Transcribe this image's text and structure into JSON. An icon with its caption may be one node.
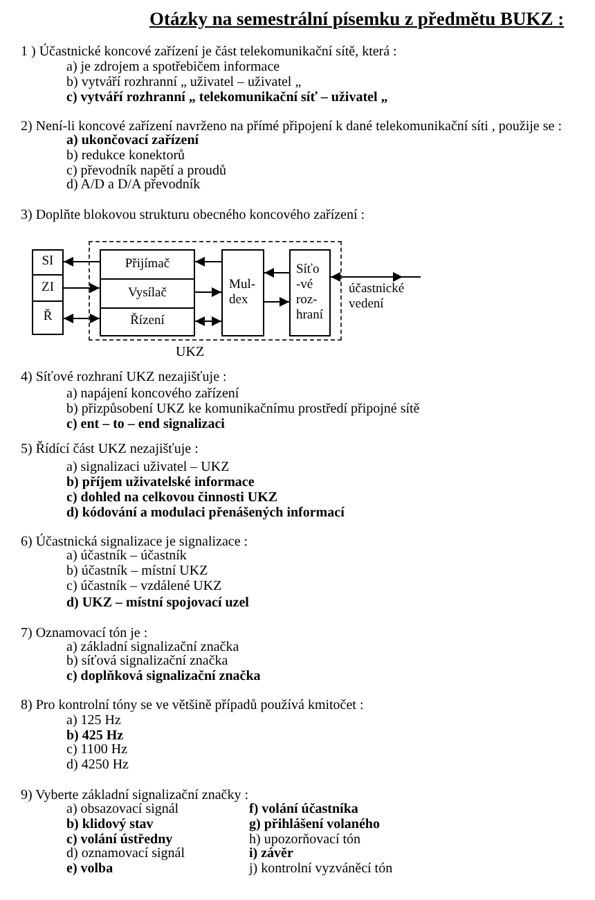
{
  "diagram": {
    "title": "Otázky na semestrální písemku z předmětu BUKZ :",
    "nodes": [
      {
        "text": [
          "SI"
        ]
      },
      {
        "text": [
          "ZI"
        ]
      },
      {
        "text": [
          "Ř"
        ]
      },
      {
        "text": [
          "UKZ"
        ]
      },
      {
        "text": [
          "Přijímač"
        ],
        "in": 3
      },
      {
        "text": [
          "Vysílač"
        ],
        "in": 3
      },
      {
        "text": [
          "Řízení"
        ],
        "in": 3
      },
      {
        "text": [
          "Mul- dex"
        ],
        "in": 3
      },
      {
        "text": [
          "Síťo -vé roz- hraní"
        ],
        "in": 3
      }
    ],
    "edges": [
      {
        "from": 4,
        "to": 0,
        "arrow": "to"
      },
      {
        "from": 1,
        "to": 5,
        "arrow": "to"
      },
      {
        "from": 2,
        "to": 6,
        "arrow": "both"
      },
      {
        "from": 7,
        "to": 4,
        "arrow": "to"
      },
      {
        "from": 5,
        "to": 7,
        "arrow": "to"
      },
      {
        "from": 6,
        "to": 7,
        "arrow": "both"
      },
      {
        "from": 8,
        "to": 7,
        "arrow": "to"
      },
      {
        "from": 7,
        "to": 8,
        "arrow": "to"
      },
      {
        "from": 8,
        "to": null,
        "arrow": "both",
        "label": "účastnické vedení"
      }
    ],
    "labels": [
      "1 ) Účastnické koncové zařízení je část telekomunikační sítě, která :",
      "a) je zdrojem a spotřebičem informace",
      "b) vytváří rozhranní „ uživatel – uživatel „",
      "c) vytváří rozhranní „ telekomunikační síť – uživatel „",
      "2) Není-li koncové zařízení navrženo na přímé připojení k dané telekomunikační síti , použije se :",
      "a) ukončovací zařízení",
      "b) redukce konektorů",
      "c) převodník napětí a proudů",
      "d) A/D a D/A převodník",
      "3) Doplňte blokovou strukturu obecného koncového zařízení :",
      "4) Síťové rozhraní UKZ nezajišťuje :",
      "a) napájení koncového zařízení",
      "b) přizpůsobení UKZ ke komunikačnímu prostředí připojné sítě",
      "c) ent – to – end signalizaci",
      "5) Řídící část UKZ nezajišťuje :",
      "a) signalizaci uživatel – UKZ",
      "b) příjem uživatelské informace",
      "c) dohled na celkovou činnosti UKZ",
      "d) kódování a modulaci přenášených informací",
      "6) Účastnická signalizace je signalizace :",
      "a) účastník – účastník",
      "b) účastník – místní UKZ",
      "c) účastník – vzdálené UKZ",
      "d) UKZ – místní spojovací uzel",
      "7) Oznamovací tón je :",
      "a) základní signalizační značka",
      "b) síťová signalizační značka",
      "c) doplňková signalizační značka",
      "8) Pro kontrolní tóny se ve většině případů používá kmitočet :",
      "a) 125 Hz",
      "b) 425 Hz",
      "c) 1100 Hz",
      "d) 4250 Hz",
      "9) Vyberte základní signalizační značky :",
      "a) obsazovací signál",
      "f) volání účastníka",
      "b) klidový stav",
      "g) přihlášení volaného",
      "c) volání ústředny",
      "h) upozorňovací tón",
      "d) oznamovací signál",
      "i) závěr",
      "e) volba",
      "j) kontrolní vyzváněcí tón"
    ]
  }
}
